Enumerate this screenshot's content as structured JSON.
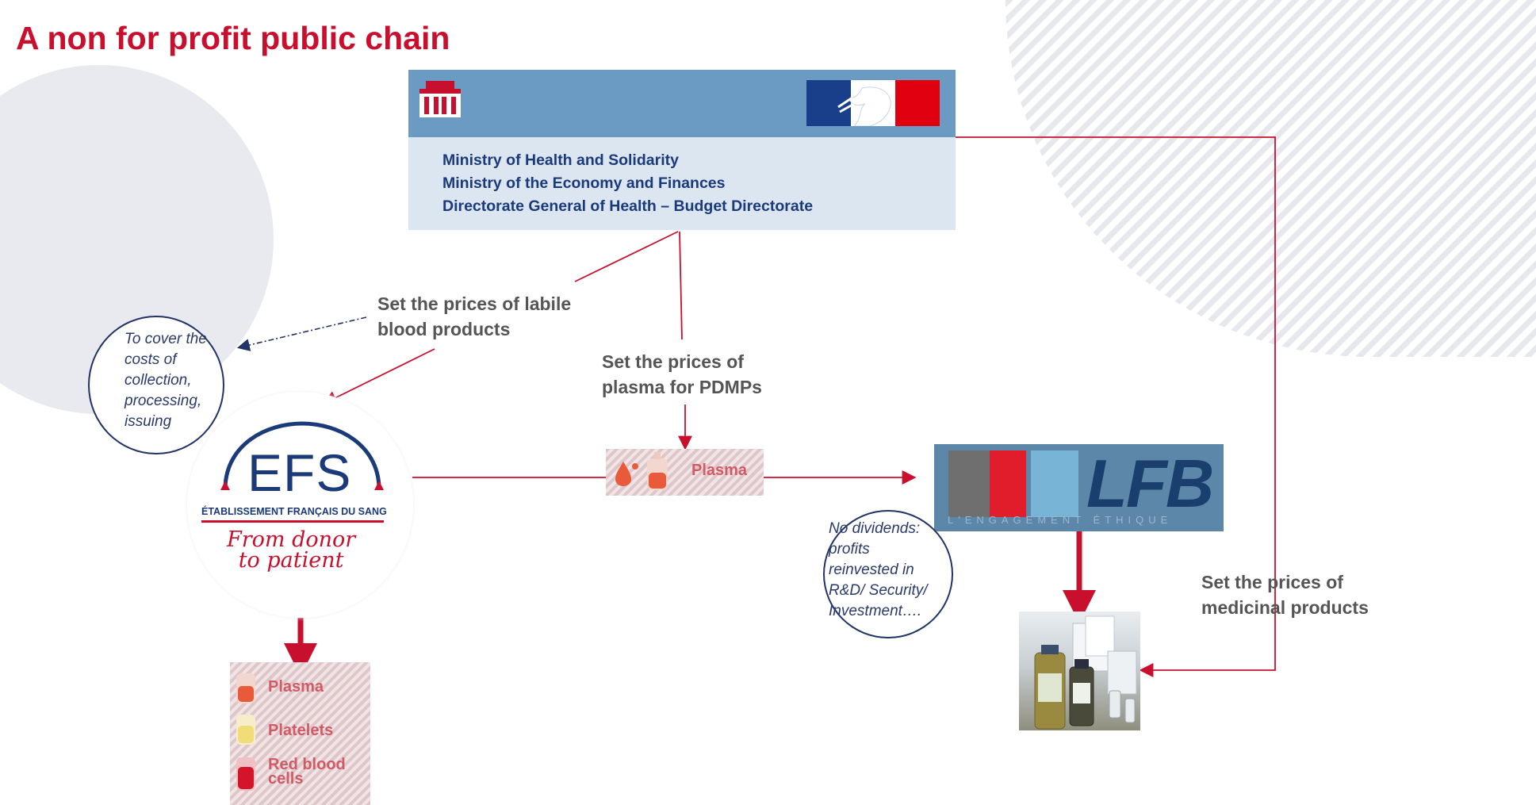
{
  "title": "A non for profit public chain",
  "ministry": {
    "lines": [
      "Ministry of Health and Solidarity",
      "Ministry of the Economy and Finances",
      "Directorate General of Health – Budget Directorate"
    ],
    "colors": {
      "header": "#6b9bc3",
      "body": "#dce6f1",
      "text": "#1a3a7a"
    }
  },
  "labels": {
    "labile_prices": [
      "Set the prices of labile",
      "blood products"
    ],
    "plasma_prices": [
      "Set the prices of",
      "plasma for PDMPs"
    ],
    "medicinal_prices": [
      "Set the prices of",
      "medicinal products"
    ]
  },
  "notes": {
    "efs_costs": [
      "To cover the",
      "costs of",
      "collection,",
      "processing,",
      "issuing"
    ],
    "lfb_dividends": [
      "No dividends:",
      "profits",
      "reinvested in",
      "R&D/ Security/",
      "Investment…."
    ]
  },
  "efs": {
    "acronym": "EFS",
    "full_name": "ÉTABLISSEMENT FRANÇAIS DU SANG",
    "slogan": [
      "From donor",
      "to patient"
    ]
  },
  "plasma_box": {
    "label": "Plasma"
  },
  "products": [
    "Plasma",
    "Platelets",
    "Red blood cells"
  ],
  "lfb": {
    "name": "LFB",
    "tagline": "L'ENGAGEMENT ÉTHIQUE"
  },
  "colors": {
    "accent": "#c8102e",
    "navy": "#1a3a7a",
    "label_gray": "#555555"
  },
  "icons": [
    "government-building-icon",
    "marianne-logo-icon",
    "blood-drop-icon",
    "blood-bag-icon",
    "medicine-vials-photo"
  ]
}
